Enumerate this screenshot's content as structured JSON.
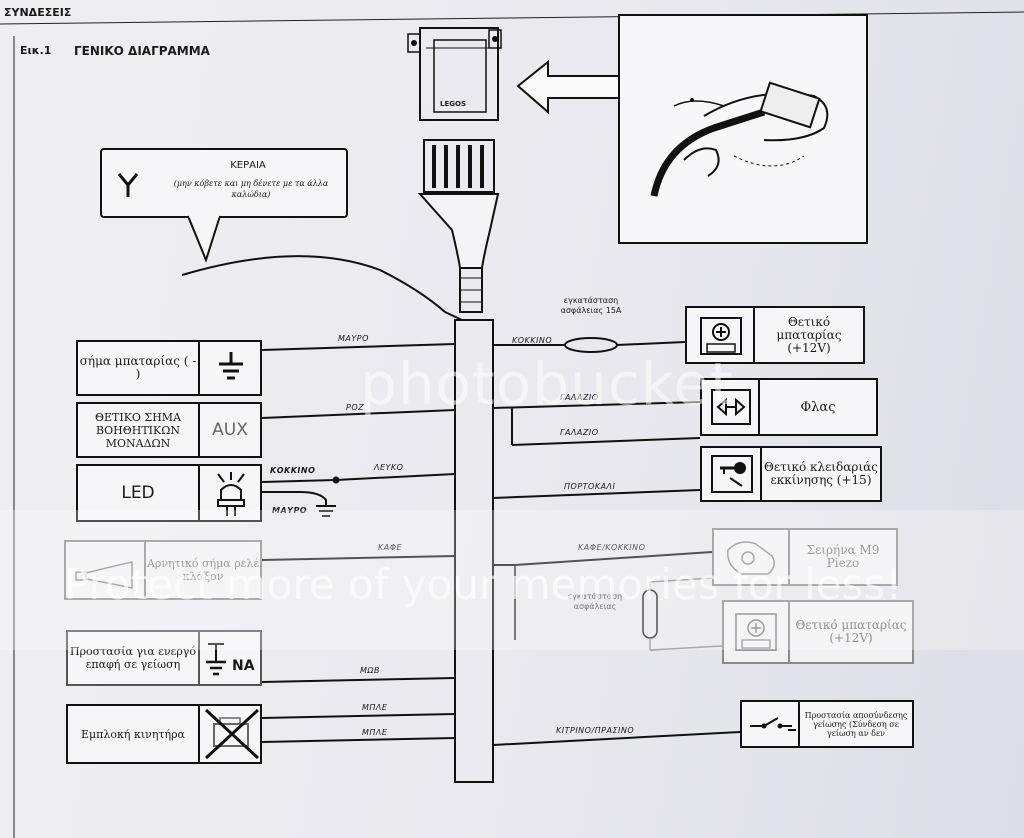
{
  "header": {
    "section": "ΣΥΝΔΕΣΕΙΣ",
    "fig": "Εικ.1",
    "title": "ΓΕΝΙΚΟ ΔΙΑΓΡΑΜΜΑ"
  },
  "unit": {
    "label": "LEGOS"
  },
  "antenna": {
    "title": "ΚΕΡΑΙΑ",
    "note": "(μην κόβετε και μη δένετε με τα άλλα καλώδια)"
  },
  "left_boxes": [
    {
      "label": "σήμα μπαταρίας ( - )",
      "wire": "ΜΑΥΡΟ"
    },
    {
      "label": "ΘΕΤΙΚΟ ΣΗΜΑ ΒΟΗΘΗΤΙΚΩΝ ΜΟΝΑΔΩΝ",
      "icon": "AUX",
      "wire": "ΡΟΖ"
    },
    {
      "label": "LED",
      "wire_red": "ΚΟΚΚΙΝΟ",
      "wire_white": "ΛΕΥΚΟ",
      "wire_black": "ΜΑΥΡΟ"
    },
    {
      "label": "Αρνητικό σήμα ρελέ κλάξον",
      "wire": "ΚΑΦΕ"
    },
    {
      "label": "Προστασία για ενεργό επαφή σε γείωση",
      "icon": "ΝΑ",
      "wire": "ΜΩΒ"
    },
    {
      "label": "Εμπλοκή κινητήρα",
      "wire1": "ΜΠΛΕ",
      "wire2": "ΜΠΛΕ"
    }
  ],
  "right_boxes": [
    {
      "label": "Θετικό μπαταρίας (+12V)",
      "wire": "ΚΟΚΚΙΝΟ",
      "fuse": "εγκατάσταση ασφάλειας 15A"
    },
    {
      "label": "Φλας",
      "wire1": "ΓΑΛΑΖΙΟ",
      "wire2": "ΓΑΛΑΖΙΟ"
    },
    {
      "label": "Θετικό κλειδαριάς εκκίνησης (+15)",
      "wire": "ΠΟΡΤΟΚΑΛΙ"
    },
    {
      "label": "Σειρήνα M9 Piezo",
      "wire": "ΚΑΦΕ/ΚΟΚΚΙΝΟ"
    },
    {
      "label": "Θετικό μπαταρίας (+12V)",
      "fuse": "εγκατάσταση ασφάλειας"
    },
    {
      "label": "Προστασία αποσύνδεσης γείωσης (Σύνδεση σε γείωση αν δεν",
      "wire": "ΚΙΤΡΙΝΟ/ΠΡΑΣΙΝΟ"
    }
  ],
  "watermark": {
    "brand": "photobucket",
    "slogan": "Protect more of your memories for less!"
  }
}
